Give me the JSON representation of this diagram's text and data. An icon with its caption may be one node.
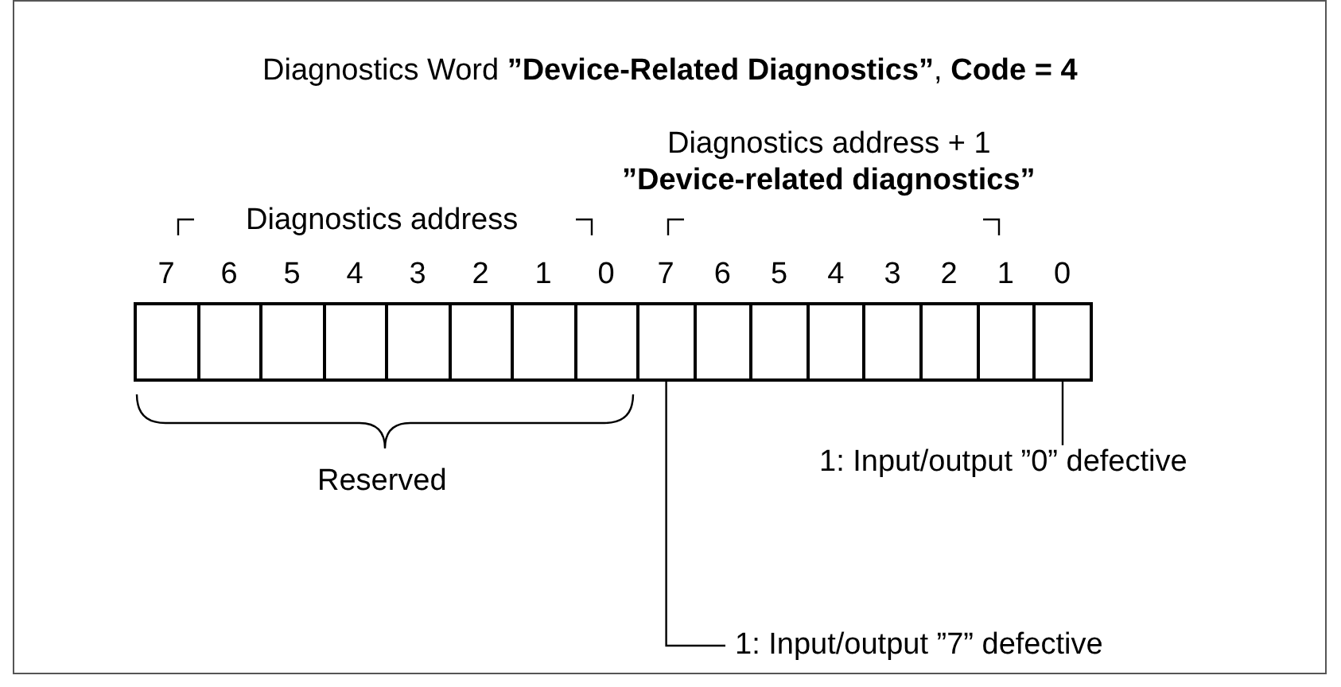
{
  "diagram": {
    "title": "Diagnostics Word **”Device-Related Diagnostics”**, **Code = 4**",
    "nodes": [
      {
        "text": [],
        "shape": "box"
      },
      {
        "text": [],
        "shape": "box"
      },
      {
        "text": [],
        "shape": "box"
      },
      {
        "text": [],
        "shape": "box"
      },
      {
        "text": [],
        "shape": "box"
      },
      {
        "text": [],
        "shape": "box"
      },
      {
        "text": [],
        "shape": "box"
      },
      {
        "text": [],
        "shape": "box"
      },
      {
        "text": [],
        "shape": "box"
      },
      {
        "text": [],
        "shape": "box"
      },
      {
        "text": [],
        "shape": "box"
      },
      {
        "text": [],
        "shape": "box"
      },
      {
        "text": [],
        "shape": "box"
      },
      {
        "text": [],
        "shape": "box"
      },
      {
        "text": [],
        "shape": "box"
      },
      {
        "text": [],
        "shape": "box"
      },
      {
        "text": [
          "1: Input/output ”0” defective"
        ]
      },
      {
        "text": [
          "1: Input/output ”7” defective"
        ]
      }
    ],
    "edges": [
      {
        "from": 16,
        "to": 15,
        "arrow": "none"
      },
      {
        "from": 17,
        "to": 8,
        "arrow": "none"
      }
    ],
    "labels": [
      "Diagnostics address + 1",
      "”Device-related diagnostics”",
      "Diagnostics address",
      "7",
      "6",
      "5",
      "4",
      "3",
      "2",
      "1",
      "0",
      "7",
      "6",
      "5",
      "4",
      "3",
      "2",
      "1",
      "0",
      "Reserved"
    ]
  }
}
